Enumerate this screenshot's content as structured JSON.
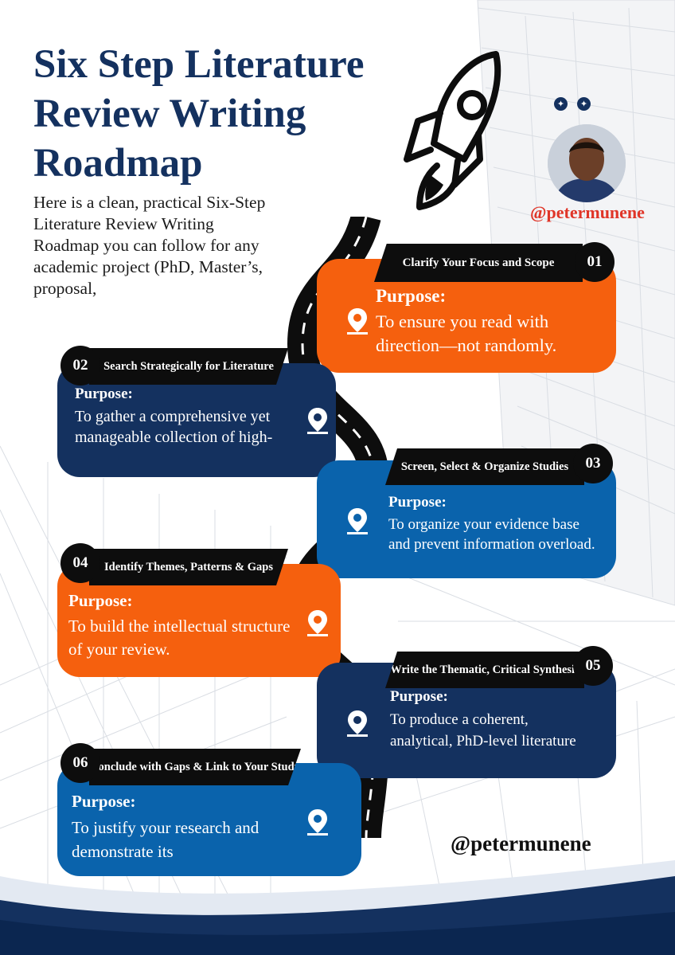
{
  "title": "Six Step Literature Review Writing Roadmap",
  "intro": "Here is a clean, practical Six-Step Literature Review Writing Roadmap you can follow for any academic project (PhD, Master’s, proposal,",
  "handle_top": "@petermunene",
  "handle_bottom": "@petermunene",
  "colors": {
    "navy": "#14315f",
    "orange": "#f5600e",
    "blue": "#0a63ac",
    "dark": "#0d0d0d",
    "handle_red": "#e03528"
  },
  "icons": [
    "rocket-icon",
    "sparkle-icon",
    "location-pin-icon"
  ],
  "steps": [
    {
      "number": "01",
      "heading": "Clarify Your Focus and Scope",
      "purpose_label": "Purpose:",
      "purpose_text": "To ensure you read with direction—not randomly."
    },
    {
      "number": "02",
      "heading": "Search Strategically for Literature",
      "purpose_label": "Purpose:",
      "purpose_text": "To gather a comprehensive yet manageable collection of high-"
    },
    {
      "number": "03",
      "heading": "Screen, Select & Organize Studies",
      "purpose_label": "Purpose:",
      "purpose_text": "To organize your evidence base and prevent information overload."
    },
    {
      "number": "04",
      "heading": "Identify Themes, Patterns & Gaps",
      "purpose_label": "Purpose:",
      "purpose_text": "To build the intellectual structure of your review."
    },
    {
      "number": "05",
      "heading": "Write the Thematic, Critical Synthesis",
      "purpose_label": "Purpose:",
      "purpose_text": "To produce a coherent, analytical, PhD-level literature"
    },
    {
      "number": "06",
      "heading": "Conclude with Gaps & Link to Your Study",
      "purpose_label": "Purpose:",
      "purpose_text": "To justify your research and demonstrate its"
    }
  ]
}
